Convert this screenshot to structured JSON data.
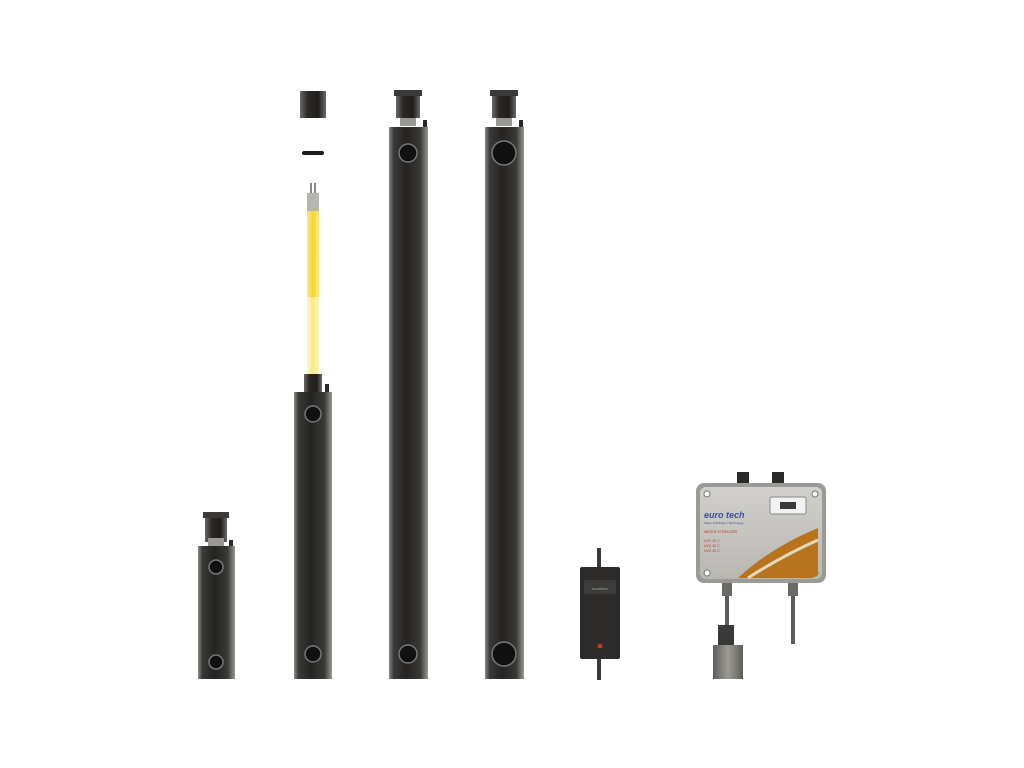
{
  "scene": {
    "description_items": [
      {
        "id": "short-uv-reactor"
      },
      {
        "id": "exploded-uv-reactor"
      },
      {
        "id": "medium-uv-reactor"
      },
      {
        "id": "long-uv-reactor"
      },
      {
        "id": "ballast-unit"
      },
      {
        "id": "control-box"
      }
    ]
  },
  "control_box": {
    "brand": "euro tech",
    "tagline": "Water Purification Technology",
    "product_name": "WATER STERILIZER",
    "model_lines": [
      "UVC 20 C",
      "UVC 30 C",
      "UVC 40 C"
    ],
    "accent_color": "#b8741c",
    "brand_color": "#3a4f9c",
    "model_color": "#c0392b"
  },
  "ballast": {
    "label": "eurotech"
  },
  "colors": {
    "tube_body": "#2b2a28",
    "tube_highlight": "#7a7874",
    "lamp_yellow": "#f5d530",
    "lamp_glow": "#fbe98a",
    "background": "#ffffff"
  }
}
